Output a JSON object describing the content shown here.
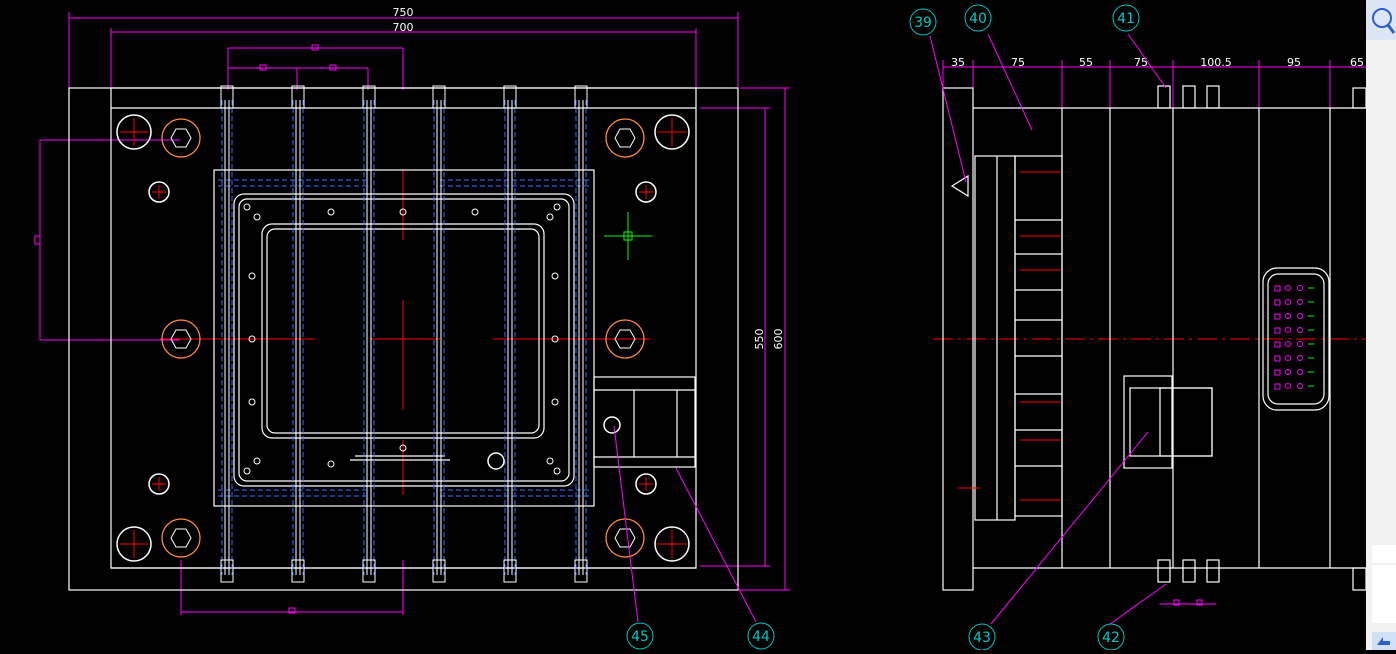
{
  "front_view": {
    "dimensions": {
      "overall_width": "750",
      "inner_width": "700",
      "overall_height": "600",
      "inner_height": "550"
    }
  },
  "side_view": {
    "dimensions": [
      "35",
      "75",
      "55",
      "75",
      "100.5",
      "95",
      "65"
    ]
  },
  "balloons": {
    "b39": "39",
    "b40": "40",
    "b41": "41",
    "b42": "42",
    "b43": "43",
    "b44": "44",
    "b45": "45"
  },
  "colors": {
    "background": "#000000",
    "outline": "#ffffff",
    "dimension": "#ff00ff",
    "centerline": "#ff0000",
    "balloon": "#00c8c8",
    "hidden_line": "#3c6eff",
    "cursor": "#00ff00"
  },
  "icons": [
    "magnifier-icon",
    "arrow-icon"
  ]
}
